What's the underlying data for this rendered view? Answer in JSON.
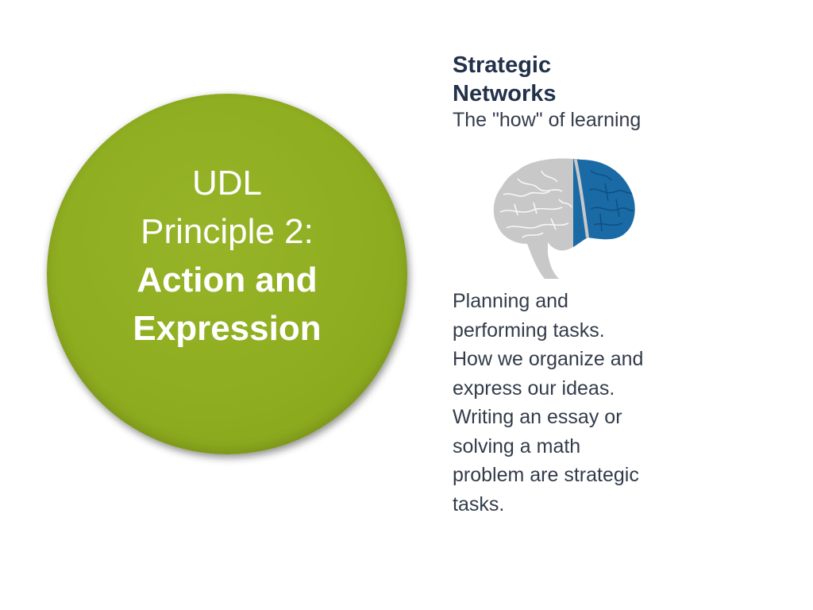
{
  "circle": {
    "line1": "UDL",
    "line2": "Principle 2:",
    "line3": "Action and",
    "line4": "Expression",
    "color": "#8fad20"
  },
  "panel": {
    "title": "Strategic Networks",
    "subtitle": "The \"how\" of learning",
    "body_lines": [
      "Planning and",
      "performing tasks.",
      "How we organize and",
      "express our ideas.",
      "Writing an essay or",
      "solving a math",
      "problem are strategic",
      "tasks."
    ],
    "brain_icon": "brain-icon",
    "brain_colors": {
      "base": "#c8c8c8",
      "highlight": "#1a6aa6"
    }
  }
}
